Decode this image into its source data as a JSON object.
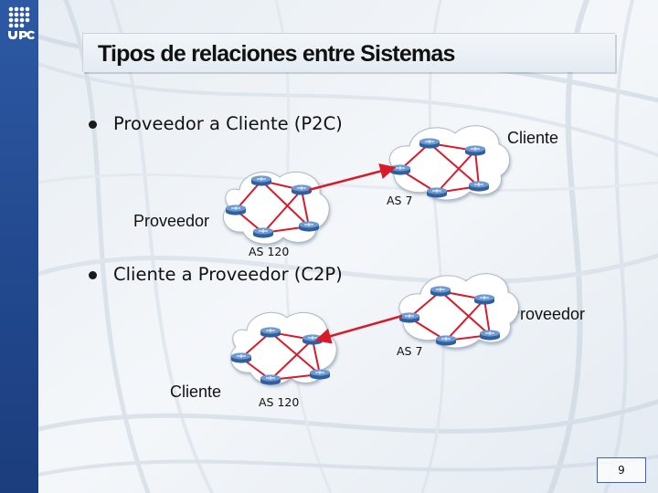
{
  "slide": {
    "title": "Tipos de relaciones entre Sistemas",
    "page_number": "9"
  },
  "sections": [
    {
      "bullet": "Proveedor a Cliente (P2C)",
      "as_top_label": "AS 7",
      "as_bottom_label": "AS 120",
      "role_top": "Cliente",
      "role_bottom": "Proveedor"
    },
    {
      "bullet": "Cliente a Proveedor (C2P)",
      "as_top_label": "AS 7",
      "as_bottom_label": "AS 120",
      "role_top": "Proveedor",
      "role_bottom": "Cliente"
    }
  ],
  "colors": {
    "sidebar": "#21478c",
    "link": "#d81b2b",
    "cloud": "#ffffff",
    "router": "#4a7ab8"
  }
}
